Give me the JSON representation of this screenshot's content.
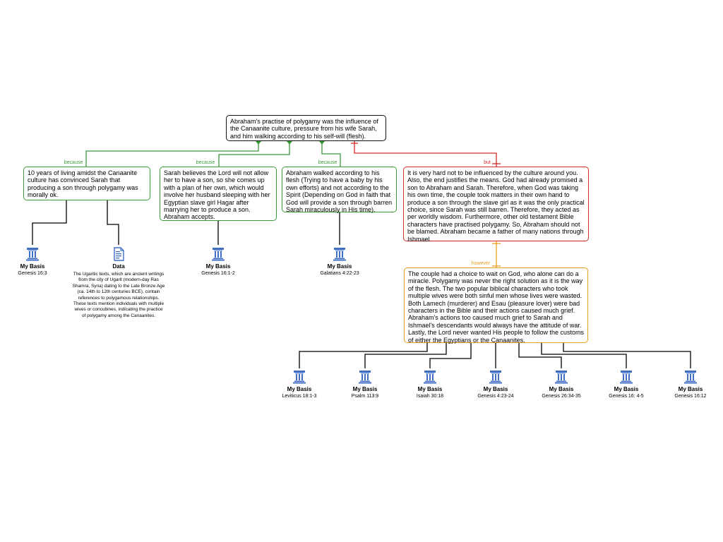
{
  "main_claim": "Abraham's practise of polygamy was the influence of the Canaanite culture, pressure from his wife Sarah, and him walking according to his self-will (flesh).",
  "reasons": [
    {
      "label": "because",
      "text": "10 years of living amidst the Canaanite culture has convinced Sarah that producing a son through polygamy was morally ok."
    },
    {
      "label": "because",
      "text": "Sarah believes the Lord will not allow her to have a son, so she comes up with a plan of her own, which would involve her husband sleeping with her Egyptian slave girl Hagar after marrying her to produce a son. Abraham accepts."
    },
    {
      "label": "because",
      "text": "Abraham walked according to his flesh (Trying to have a baby by his own efforts) and not according to the Spirit (Depending on God in faith that God will provide a son through barren Sarah miraculously in His time)."
    }
  ],
  "objection": {
    "label": "but",
    "text": "It is very hard not to be influenced by the culture around you. Also, the end justifies the means. God had already promised a son to Abraham and Sarah. Therefore, when God was taking his own time, the couple took matters in their own hand to produce a son through the slave girl as it was the only practical choice, since Sarah was still barren. Therefore, they acted as per worldly wisdom. Furthermore, other old testament Bible characters have practised polygamy. So, Abraham should not be blamed. Abraham became a father of many nations through Ishmael."
  },
  "rebuttal": {
    "label": "however",
    "text": "The couple had a choice to wait on God, who alone can do a miracle. Polygamy was never the right solution as it is the way of the flesh. The two popular biblical characters who took multiple wives were both sinful men whose lives were wasted. Both Lamech (murderer) and Esau (pleasure lover) were bad characters in the Bible and their actions caused much grief. Abraham's actions too caused much grief to Sarah and Ishmael's descendants would always have the attitude of war. Lastly, the Lord never wanted His people to follow the customs of either the Egyptians or the Canaanites."
  },
  "evidence_reason1": [
    {
      "title": "My Basis",
      "ref": "Genesis 16:3",
      "icon": "pillar-icon"
    },
    {
      "title": "Data",
      "icon": "document-icon",
      "desc": "The Ugaritic texts, which are ancient writings from the city of Ugarit (modern-day Ras Shamra, Syria) dating to the Late Bronze Age (ca. 14th to 12th centuries BCE), contain references to polygamous relationships. These texts mention individuals with multiple wives or concubines, indicating the practice of polygamy among the Canaanites."
    }
  ],
  "evidence_reason2": {
    "title": "My Basis",
    "ref": "Genesis 16:1-2",
    "icon": "pillar-icon"
  },
  "evidence_reason3": {
    "title": "My Basis",
    "ref": "Galatians 4:22-23",
    "icon": "pillar-icon"
  },
  "evidence_rebuttal": [
    {
      "title": "My Basis",
      "ref": "Leviticus 18:1-3"
    },
    {
      "title": "My Basis",
      "ref": "Psalm 113:9"
    },
    {
      "title": "My Basis",
      "ref": "Isaiah 30:18"
    },
    {
      "title": "My Basis",
      "ref": "Genesis 4:23-24"
    },
    {
      "title": "My Basis",
      "ref": "Genesis 26:34-35"
    },
    {
      "title": "My Basis",
      "ref": "Genesis 16: 4-5"
    },
    {
      "title": "My Basis",
      "ref": "Genesis 16:12"
    }
  ],
  "colors": {
    "support": "#3a9a3a",
    "objection": "#d42a2a",
    "rebuttal": "#e8a020",
    "icon": "#3f6ec4"
  }
}
